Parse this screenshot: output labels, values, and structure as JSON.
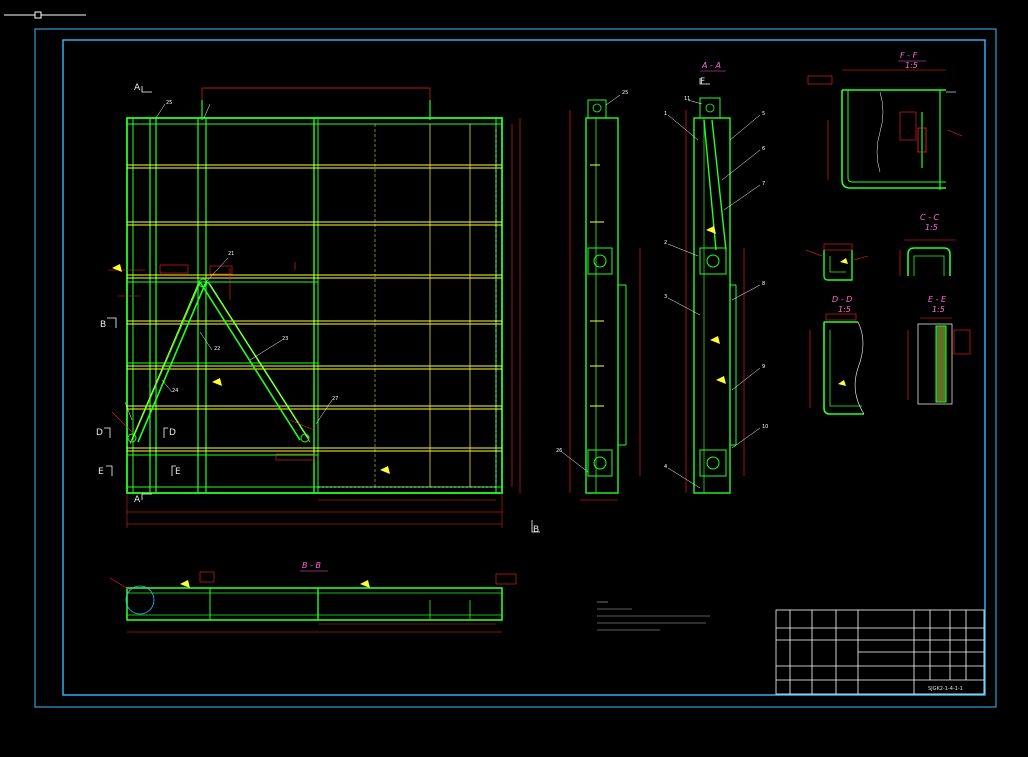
{
  "views": {
    "section_aa": "A - A",
    "section_ff": "F - F",
    "section_ff_scale": "1:5",
    "section_cc": "C - C",
    "section_cc_scale": "1:5",
    "section_dd": "D - D",
    "section_dd_scale": "1:5",
    "section_ee": "E - E",
    "section_ee_scale": "1:5",
    "section_bb": "B - B"
  },
  "cut_marks": {
    "a_top": "A",
    "a_bottom": "A",
    "b_left": "B",
    "b_right": "B",
    "d_left": "D",
    "d_right": "D",
    "e_left": "E",
    "e_right": "E",
    "f_top": "F"
  },
  "callouts": {
    "main": [
      "21",
      "22",
      "23",
      "24",
      "25",
      "27"
    ],
    "aa": [
      "1",
      "2",
      "3",
      "4",
      "5",
      "6",
      "7",
      "8",
      "9",
      "10",
      "11"
    ],
    "side": [
      "25",
      "26"
    ]
  },
  "title_block": {
    "drawing_number": "SJGK2-1-4-1-1"
  },
  "colors": {
    "green": "#22ff22",
    "yellow": "#ffff33",
    "red": "#ff2020",
    "cyan": "#33bbff",
    "white": "#ffffff",
    "magenta": "#ff55dd"
  }
}
